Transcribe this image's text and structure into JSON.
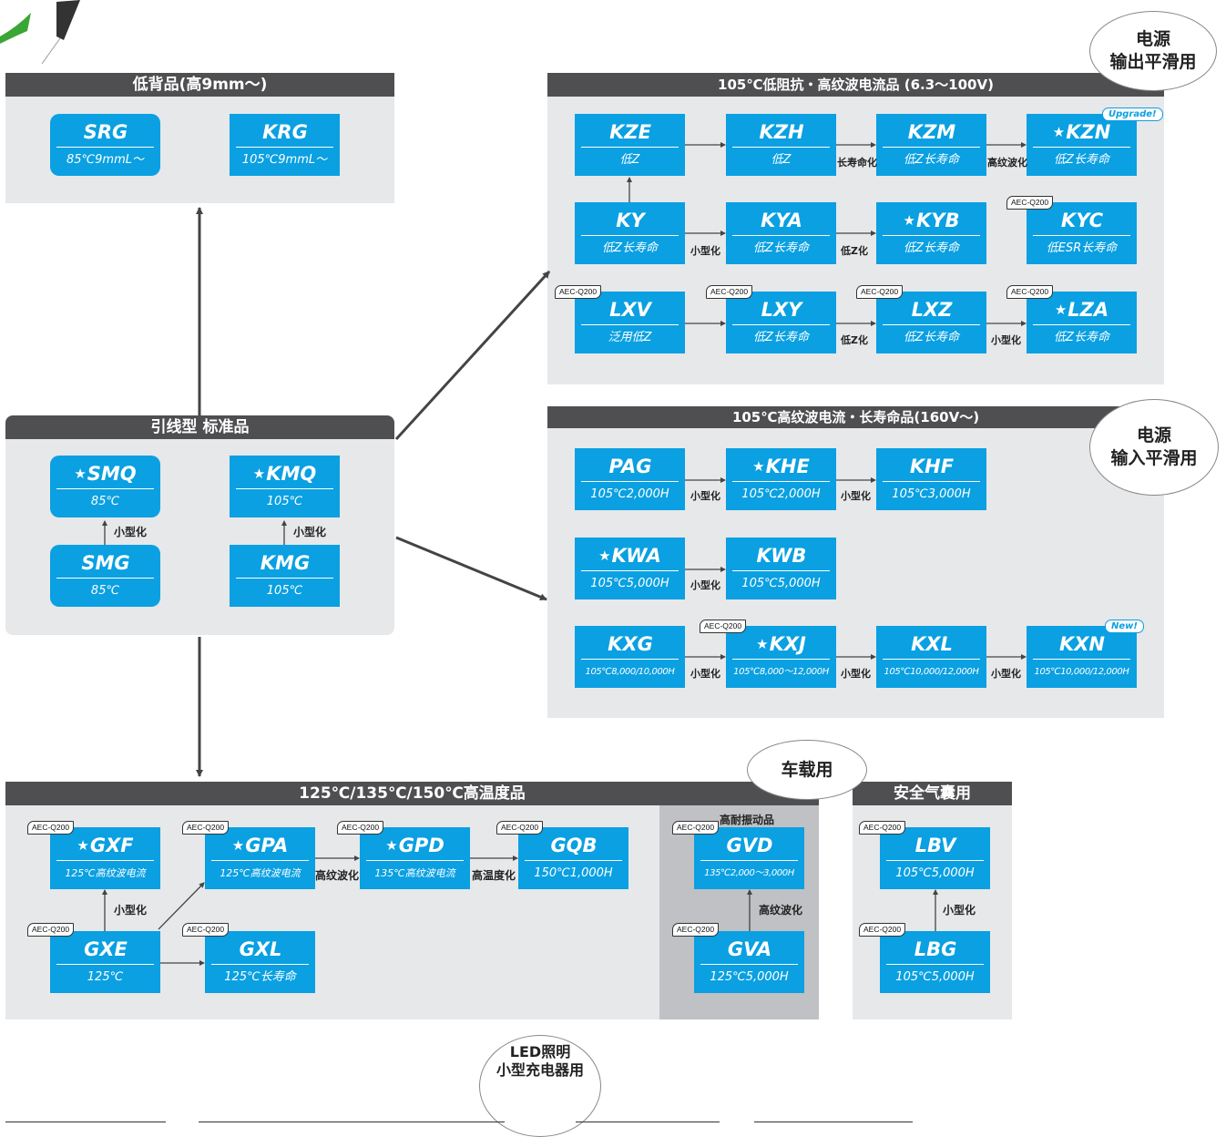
{
  "panels": {
    "low_profile": {
      "title": "低背品(高9mm～)"
    },
    "standard": {
      "title": "引线型 标准品"
    },
    "low_impedance": {
      "title": "105℃低阻抗・高纹波电流品 (6.3～100V)"
    },
    "high_ripple": {
      "title": "105℃高纹波电流・长寿命品(160V～)"
    },
    "high_temp": {
      "title": "125℃/135℃/150℃高温度品"
    },
    "airbag": {
      "title": "安全气囊用"
    }
  },
  "bubbles": {
    "power_output": {
      "line1": "电源",
      "line2": "输出平滑用"
    },
    "power_input": {
      "line1": "电源",
      "line2": "输入平滑用"
    },
    "automotive": {
      "line1": "车载用"
    },
    "led": {
      "line1": "LED照明",
      "line2": "小型充电器用"
    }
  },
  "nodes": {
    "SRG": {
      "name": "SRG",
      "sub": "85℃9mmL～",
      "star": ""
    },
    "KRG": {
      "name": "KRG",
      "sub": "105℃9mmL～",
      "star": ""
    },
    "SMQ": {
      "name": "SMQ",
      "sub": "85℃",
      "star": "★"
    },
    "KMQ": {
      "name": "KMQ",
      "sub": "105℃",
      "star": "★"
    },
    "SMG": {
      "name": "SMG",
      "sub": "85℃",
      "star": ""
    },
    "KMG": {
      "name": "KMG",
      "sub": "105℃",
      "star": ""
    },
    "KZE": {
      "name": "KZE",
      "sub": "低Z",
      "star": ""
    },
    "KZH": {
      "name": "KZH",
      "sub": "低Z",
      "star": ""
    },
    "KZM": {
      "name": "KZM",
      "sub": "低Z长寿命",
      "star": ""
    },
    "KZN": {
      "name": "KZN",
      "sub": "低Z长寿命",
      "star": "★"
    },
    "KY": {
      "name": "KY",
      "sub": "低Z长寿命",
      "star": ""
    },
    "KYA": {
      "name": "KYA",
      "sub": "低Z长寿命",
      "star": ""
    },
    "KYB": {
      "name": "KYB",
      "sub": "低Z长寿命",
      "star": "★"
    },
    "KYC": {
      "name": "KYC",
      "sub": "低ESR长寿命",
      "star": ""
    },
    "LXV": {
      "name": "LXV",
      "sub": "泛用低Z",
      "star": ""
    },
    "LXY": {
      "name": "LXY",
      "sub": "低Z长寿命",
      "star": ""
    },
    "LXZ": {
      "name": "LXZ",
      "sub": "低Z长寿命",
      "star": ""
    },
    "LZA": {
      "name": "LZA",
      "sub": "低Z长寿命",
      "star": "★"
    },
    "PAG": {
      "name": "PAG",
      "sub": "105℃2,000H",
      "star": ""
    },
    "KHE": {
      "name": "KHE",
      "sub": "105℃2,000H",
      "star": "★"
    },
    "KHF": {
      "name": "KHF",
      "sub": "105℃3,000H",
      "star": ""
    },
    "KWA": {
      "name": "KWA",
      "sub": "105℃5,000H",
      "star": "★"
    },
    "KWB": {
      "name": "KWB",
      "sub": "105℃5,000H",
      "star": ""
    },
    "KXG": {
      "name": "KXG",
      "sub": "105℃8,000/10,000H",
      "star": ""
    },
    "KXJ": {
      "name": "KXJ",
      "sub": "105℃8,000～12,000H",
      "star": "★"
    },
    "KXL": {
      "name": "KXL",
      "sub": "105℃10,000/12,000H",
      "star": ""
    },
    "KXN": {
      "name": "KXN",
      "sub": "105℃10,000/12,000H",
      "star": ""
    },
    "GXF": {
      "name": "GXF",
      "sub": "125℃高纹波电流",
      "star": "★"
    },
    "GPA": {
      "name": "GPA",
      "sub": "125℃高纹波电流",
      "star": "★"
    },
    "GPD": {
      "name": "GPD",
      "sub": "135℃高纹波电流",
      "star": "★"
    },
    "GQB": {
      "name": "GQB",
      "sub": "150℃1,000H",
      "star": ""
    },
    "GXE": {
      "name": "GXE",
      "sub": "125℃",
      "star": ""
    },
    "GXL": {
      "name": "GXL",
      "sub": "125℃长寿命",
      "star": ""
    },
    "GVD": {
      "name": "GVD",
      "sub": "135℃2,000～3,000H",
      "star": ""
    },
    "GVA": {
      "name": "GVA",
      "sub": "125℃5,000H",
      "star": ""
    },
    "LBV": {
      "name": "LBV",
      "sub": "105℃5,000H",
      "star": ""
    },
    "LBG": {
      "name": "LBG",
      "sub": "105℃5,000H",
      "star": ""
    }
  },
  "edge_labels": {
    "miniaturize": "小型化",
    "long_life": "长寿命化",
    "high_ripple": "高纹波化",
    "low_z": "低Z化",
    "high_temp": "高温度化",
    "high_ripple2": "高纹波化"
  },
  "tags": {
    "aec": "AEC-Q200",
    "upgrade": "Upgrade!",
    "new": "New!",
    "vibration": "高耐振动品"
  }
}
